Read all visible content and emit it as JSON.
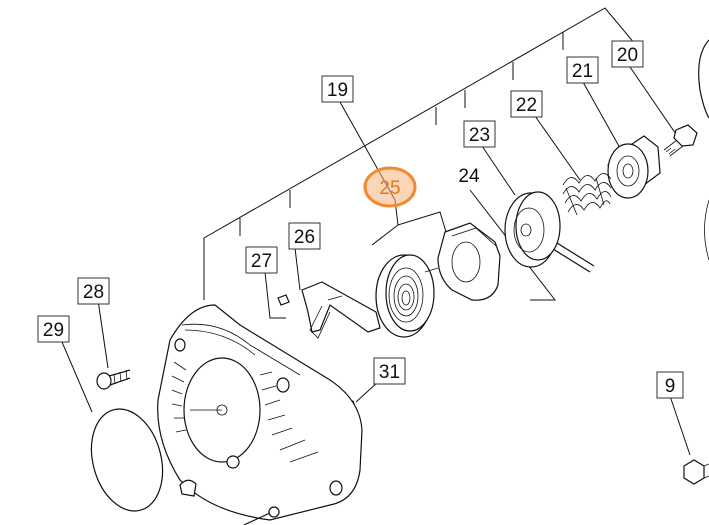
{
  "diagram": {
    "part_numbers": {
      "p9": "9",
      "p19": "19",
      "p20": "20",
      "p21": "21",
      "p22": "22",
      "p23": "23",
      "p24": "24",
      "p25": "25",
      "p26": "26",
      "p27": "27",
      "p28": "28",
      "p29": "29",
      "p31": "31"
    },
    "highlighted_part": "25",
    "colors": {
      "highlight": "#f08a32",
      "highlight_fill": "#f6b47a",
      "ink": "#111111"
    }
  }
}
